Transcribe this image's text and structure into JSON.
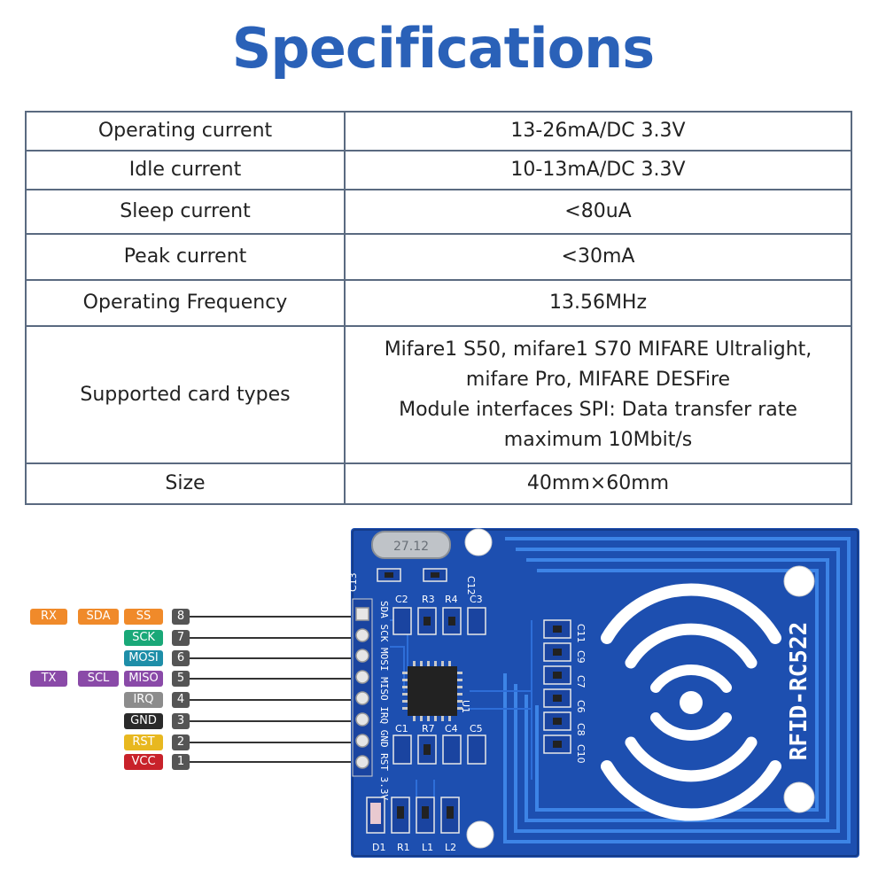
{
  "title": "Specifications",
  "specs": [
    {
      "key": "Operating current",
      "value": "13-26mA/DC 3.3V"
    },
    {
      "key": "Idle current",
      "value": "10-13mA/DC 3.3V"
    },
    {
      "key": "Sleep current",
      "value": "<80uA"
    },
    {
      "key": "Peak current",
      "value": "<30mA"
    },
    {
      "key": "Operating Frequency",
      "value": "13.56MHz"
    },
    {
      "key": "Supported card types",
      "value_lines": [
        "Mifare1 S50, mifare1 S70 MIFARE Ultralight,",
        "mifare Pro, MIFARE DESFire",
        "Module interfaces SPI: Data transfer rate",
        "maximum 10Mbit/s"
      ]
    },
    {
      "key": "Size",
      "value": "40mm×60mm"
    }
  ],
  "pins": [
    {
      "num": "8",
      "labels": [
        {
          "text": "RX",
          "color": "#f08a2a"
        },
        {
          "text": "SDA",
          "color": "#f08a2a"
        },
        {
          "text": "SS",
          "color": "#f08a2a"
        }
      ]
    },
    {
      "num": "7",
      "labels": [
        {
          "text": "SCK",
          "color": "#1aa878"
        }
      ]
    },
    {
      "num": "6",
      "labels": [
        {
          "text": "MOSI",
          "color": "#1e8ea8"
        }
      ]
    },
    {
      "num": "5",
      "labels": [
        {
          "text": "TX",
          "color": "#8a4aa8"
        },
        {
          "text": "SCL",
          "color": "#8a4aa8"
        },
        {
          "text": "MISO",
          "color": "#8a4aa8"
        }
      ]
    },
    {
      "num": "4",
      "labels": [
        {
          "text": "IRQ",
          "color": "#8c8c8c"
        }
      ]
    },
    {
      "num": "3",
      "labels": [
        {
          "text": "GND",
          "color": "#2a2a2a"
        }
      ]
    },
    {
      "num": "2",
      "labels": [
        {
          "text": "RST",
          "color": "#e8b820"
        }
      ]
    },
    {
      "num": "1",
      "labels": [
        {
          "text": "VCC",
          "color": "#c8222a"
        }
      ]
    }
  ],
  "board": {
    "model": "RFID-RC522",
    "crystal": "27.12",
    "silk_pins": "SDA SCK MOSI MISO IRQ GND RST 3.3V",
    "components": {
      "c13": "C13",
      "c12": "C12",
      "c2": "C2",
      "r3": "R3",
      "r4": "R4",
      "c3": "C3",
      "c1": "C1",
      "r7": "R7",
      "c4": "C4",
      "c5": "C5",
      "u1": "U1",
      "c11": "C11",
      "c9": "C9",
      "c7": "C7",
      "c6": "C6",
      "c8": "C8",
      "c10": "C10",
      "d1": "D1",
      "r1": "R1",
      "l1": "L1",
      "l2": "L2"
    },
    "colors": {
      "pcb": "#1d4fb0",
      "trace": "#2e6ed8",
      "antenna": "#3d84e6",
      "pad": "#e6e6e6"
    }
  }
}
